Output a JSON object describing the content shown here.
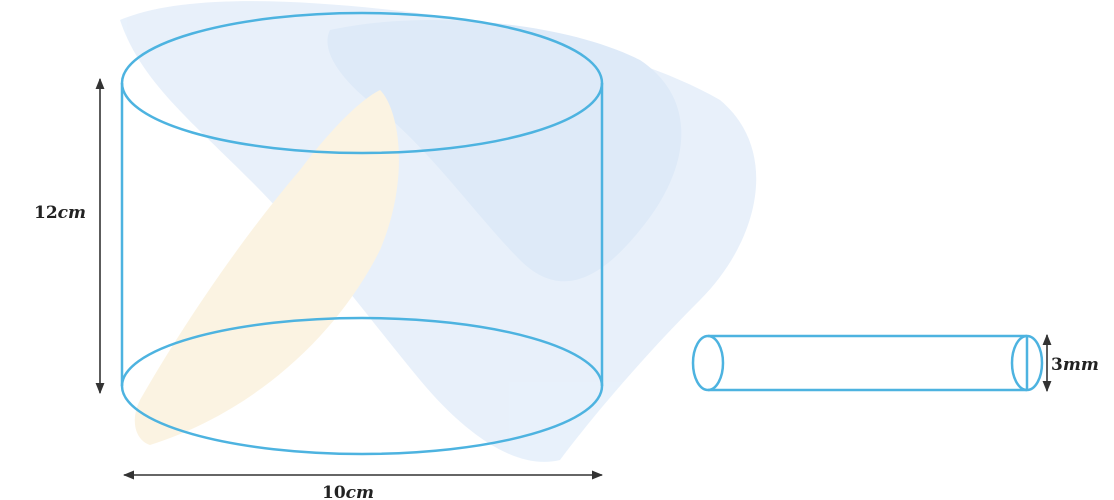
{
  "colors": {
    "outline": "#4db3e0",
    "dimension": "#333333",
    "watermark_blue": "#dbe9f8",
    "watermark_orange": "#f8ecd2"
  },
  "large_cylinder": {
    "height_value": "12",
    "height_unit": "cm",
    "diameter_value": "10",
    "diameter_unit": "cm"
  },
  "small_cylinder": {
    "diameter_value": "3",
    "diameter_unit": "mm"
  }
}
